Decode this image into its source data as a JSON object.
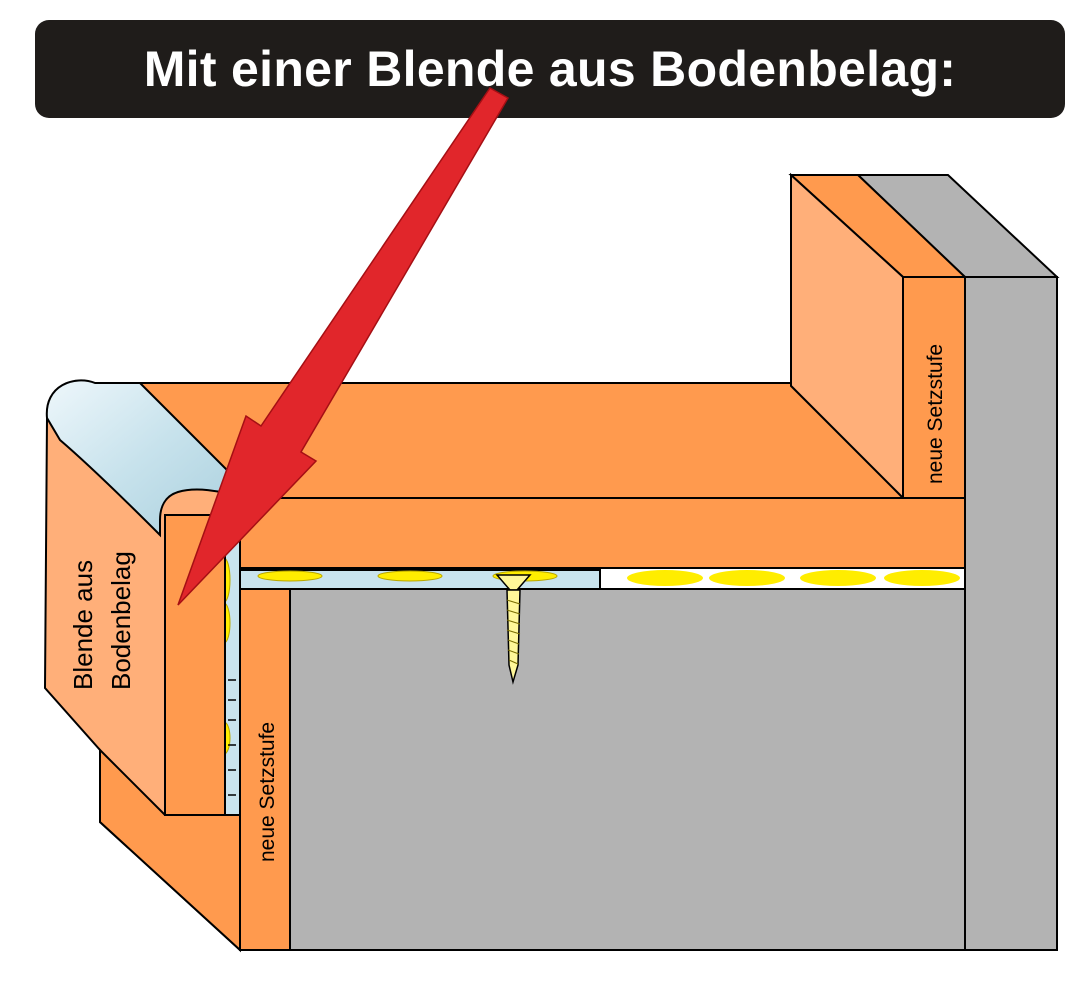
{
  "title": "Mit einer Blende aus Bodenbelag:",
  "labels": {
    "blende_line1": "Blende aus",
    "blende_line2": "Bodenbelag",
    "setzstufe_front": "neue Setzstufe",
    "setzstufe_back": "neue Setzstufe"
  },
  "colors": {
    "title_bg": "#1f1c1a",
    "title_text": "#ffffff",
    "orange": "#ff9a4e",
    "light_orange": "#ffaf79",
    "gray": "#b3b3b3",
    "profile_blue": "#c9e4ee",
    "glue_yellow": "#ffed00",
    "screw_yellow": "#fff799",
    "arrow_red": "#e1262b"
  }
}
